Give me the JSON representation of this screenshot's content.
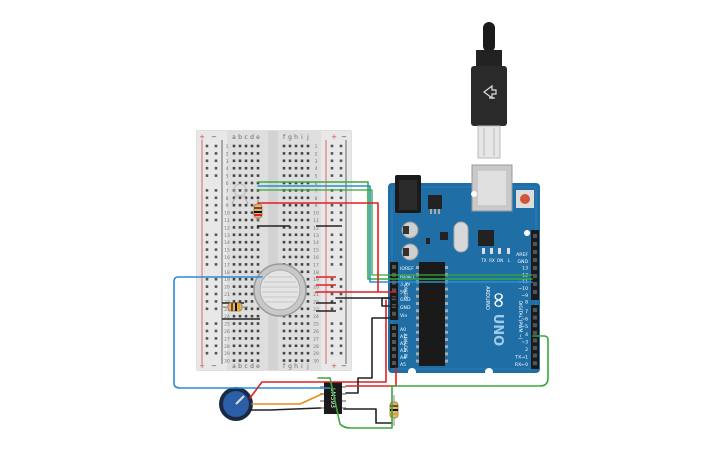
{
  "breadboard": {
    "rail_plus": "+",
    "rail_minus": "−",
    "columns_left": [
      "a",
      "b",
      "c",
      "d",
      "e"
    ],
    "columns_right": [
      "f",
      "g",
      "h",
      "i",
      "j"
    ],
    "row_count": 30
  },
  "arduino": {
    "logo": "∞",
    "model": "UNO",
    "brand": "ARDUINO",
    "power_header": "POWER",
    "power_pins": [
      "IOREF",
      "RESET",
      "3.3V",
      "5V",
      "GND",
      "GND",
      "Vin"
    ],
    "analog_header": "ANALOG IN",
    "analog_pins": [
      "A0",
      "A1",
      "A2",
      "A3",
      "A4",
      "A5"
    ],
    "digital_header": "DIGITAL (PWM ~)",
    "digital_top_pins": [
      "AREF",
      "GND",
      "13",
      "12",
      "~11",
      "~10",
      "~9",
      "8"
    ],
    "digital_bottom_pins": [
      "7",
      "~6",
      "~5",
      "4",
      "~3",
      "2",
      "TX→1",
      "RX←0"
    ],
    "led_labels": [
      "TX",
      "RX",
      "ON",
      "L"
    ]
  },
  "ic": {
    "label": "LM393"
  },
  "colors": {
    "board_blue": "#1f6ea6",
    "wire_red": "#e02020",
    "wire_green": "#3aa83a",
    "wire_blue": "#2a8ed0",
    "wire_black": "#222222",
    "wire_orange": "#e88a20"
  },
  "icons": [
    "usb-cable-icon",
    "gas-sensor-icon",
    "potentiometer-icon",
    "resistor-icon",
    "led-icon",
    "reset-button-icon"
  ]
}
